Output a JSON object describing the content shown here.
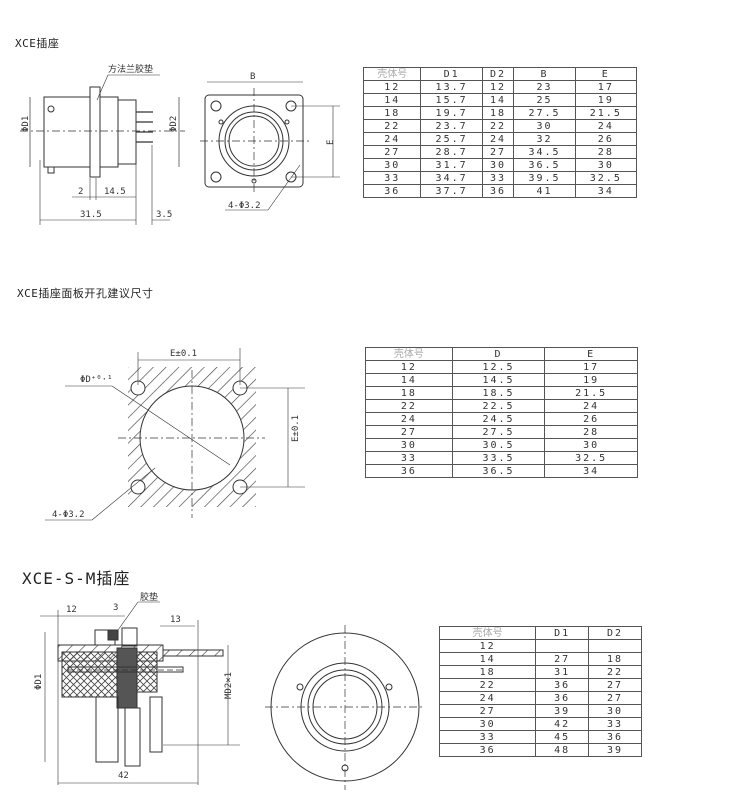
{
  "sections": {
    "s1": {
      "title": "XCE插座",
      "labels": {
        "gasket": "方法兰胶垫",
        "d1": "ΦD1",
        "d2": "ΦD2",
        "dim_2": "2",
        "dim_14_5": "14.5",
        "dim_31_5": "31.5",
        "dim_3_5": "3.5",
        "b": "B",
        "e": "E",
        "holes": "4-Φ3.2"
      },
      "table": {
        "headers": [
          "壳体号",
          "D1",
          "D2",
          "B",
          "E"
        ],
        "rows": [
          [
            "12",
            "13.7",
            "12",
            "23",
            "17"
          ],
          [
            "14",
            "15.7",
            "14",
            "25",
            "19"
          ],
          [
            "18",
            "19.7",
            "18",
            "27.5",
            "21.5"
          ],
          [
            "22",
            "23.7",
            "22",
            "30",
            "24"
          ],
          [
            "24",
            "25.7",
            "24",
            "32",
            "26"
          ],
          [
            "27",
            "28.7",
            "27",
            "34.5",
            "28"
          ],
          [
            "30",
            "31.7",
            "30",
            "36.5",
            "30"
          ],
          [
            "33",
            "34.7",
            "33",
            "39.5",
            "32.5"
          ],
          [
            "36",
            "37.7",
            "36",
            "41",
            "34"
          ]
        ]
      }
    },
    "s2": {
      "title": "XCE插座面板开孔建议尺寸",
      "labels": {
        "e_top": "E±0.1",
        "d": "ΦD⁺⁰·¹",
        "e_side": "E±0.1",
        "holes": "4-Φ3.2"
      },
      "table": {
        "headers": [
          "壳体号",
          "D",
          "E"
        ],
        "rows": [
          [
            "12",
            "12.5",
            "17"
          ],
          [
            "14",
            "14.5",
            "19"
          ],
          [
            "18",
            "18.5",
            "21.5"
          ],
          [
            "22",
            "22.5",
            "24"
          ],
          [
            "24",
            "24.5",
            "26"
          ],
          [
            "27",
            "27.5",
            "28"
          ],
          [
            "30",
            "30.5",
            "30"
          ],
          [
            "33",
            "33.5",
            "32.5"
          ],
          [
            "36",
            "36.5",
            "34"
          ]
        ]
      }
    },
    "s3": {
      "title": "XCE-S-M插座",
      "labels": {
        "dim_12": "12",
        "dim_3": "3",
        "gasket": "胶垫",
        "dim_13": "13",
        "d1": "ΦD1",
        "md2": "MD2×1",
        "dim_42": "42"
      },
      "table": {
        "headers": [
          "壳体号",
          "D1",
          "D2"
        ],
        "rows": [
          [
            "12",
            "",
            ""
          ],
          [
            "14",
            "27",
            "18"
          ],
          [
            "18",
            "31",
            "22"
          ],
          [
            "22",
            "36",
            "27"
          ],
          [
            "24",
            "36",
            "27"
          ],
          [
            "27",
            "39",
            "30"
          ],
          [
            "30",
            "42",
            "33"
          ],
          [
            "33",
            "45",
            "36"
          ],
          [
            "36",
            "48",
            "39"
          ]
        ]
      }
    }
  }
}
